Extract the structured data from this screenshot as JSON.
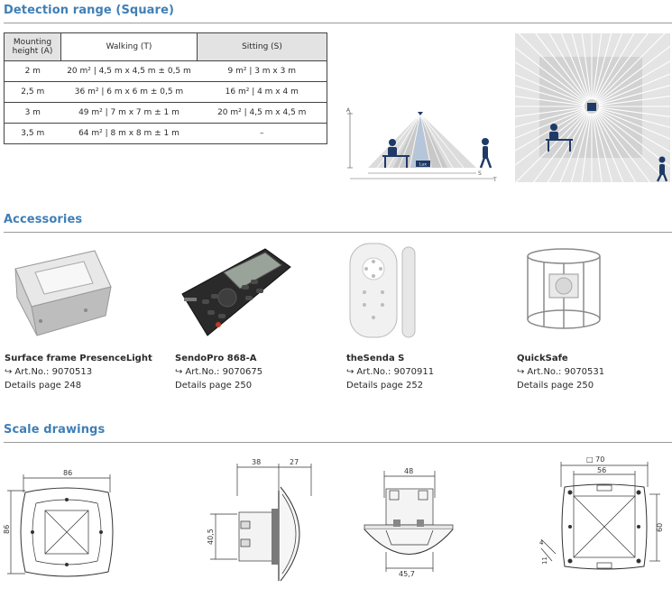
{
  "sections": {
    "detection": "Detection range (Square)",
    "accessories": "Accessories",
    "scale": "Scale drawings"
  },
  "table": {
    "headers": [
      "Mounting height (A)",
      "Walking (T)",
      "Sitting (S)"
    ],
    "rows": [
      [
        "2 m",
        "20 m² | 4,5 m x 4,5 m ± 0,5 m",
        "9 m² | 3 m x 3 m"
      ],
      [
        "2,5 m",
        "36 m² | 6 m x 6 m ± 0,5 m",
        "16 m² | 4 m x 4 m"
      ],
      [
        "3 m",
        "49 m² | 7 m x 7 m ± 1 m",
        "20 m² | 4,5 m x 4,5 m"
      ],
      [
        "3,5 m",
        "64 m² | 8 m x 8 m ± 1 m",
        "–"
      ]
    ]
  },
  "diagram": {
    "label_a": "A",
    "label_s": "S",
    "label_t": "T",
    "label_lux": "Lux"
  },
  "accessories": [
    {
      "name": "Surface frame PresenceLight",
      "art": "Art.No.: 9070513",
      "details": "Details page 248",
      "image": "surface-frame-image"
    },
    {
      "name": "SendoPro 868-A",
      "art": "Art.No.: 9070675",
      "details": "Details page 250",
      "image": "remote-control-image"
    },
    {
      "name": "theSenda S",
      "art": "Art.No.: 9070911",
      "details": "Details page 252",
      "image": "thesenda-image"
    },
    {
      "name": "QuickSafe",
      "art": "Art.No.: 9070531",
      "details": "Details page 250",
      "image": "quicksafe-image"
    }
  ],
  "arrow_glyph": "↪",
  "drawings": {
    "d1_width": "86",
    "d1_height": "86",
    "d2_depth1": "38",
    "d2_depth2": "27",
    "d2_dia": "40,5",
    "d3_top": "48",
    "d3_bottom": "45,7",
    "d4_square": "□ 70",
    "d4_inner": "56",
    "d4_height": "60",
    "d4_a": "4",
    "d4_b": "11"
  }
}
